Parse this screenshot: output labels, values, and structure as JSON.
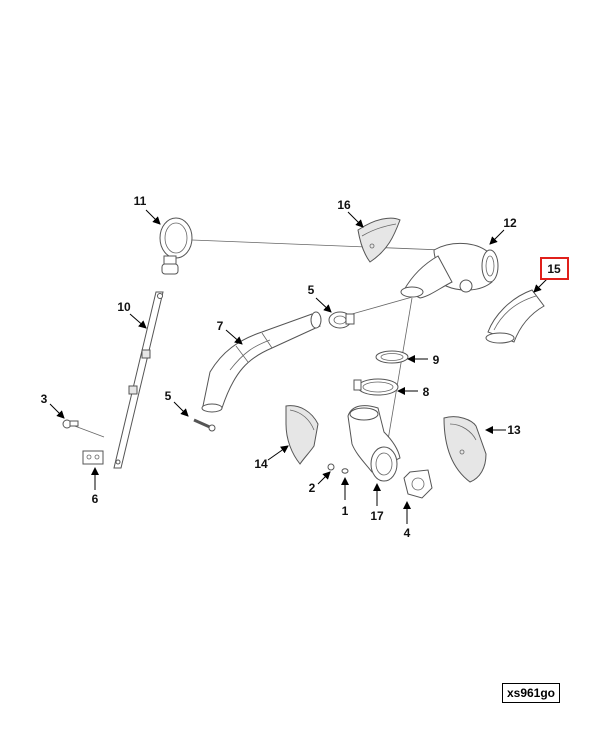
{
  "callouts": {
    "c1": "1",
    "c2": "2",
    "c3": "3",
    "c4": "4",
    "c5a": "5",
    "c5b": "5",
    "c6": "6",
    "c7": "7",
    "c8": "8",
    "c9": "9",
    "c10": "10",
    "c11": "11",
    "c12": "12",
    "c13": "13",
    "c14": "14",
    "c15": "15",
    "c16": "16",
    "c17": "17"
  },
  "highlighted_callout": "15",
  "highlight_color": "#e0201b",
  "reference_code": "xs961go"
}
